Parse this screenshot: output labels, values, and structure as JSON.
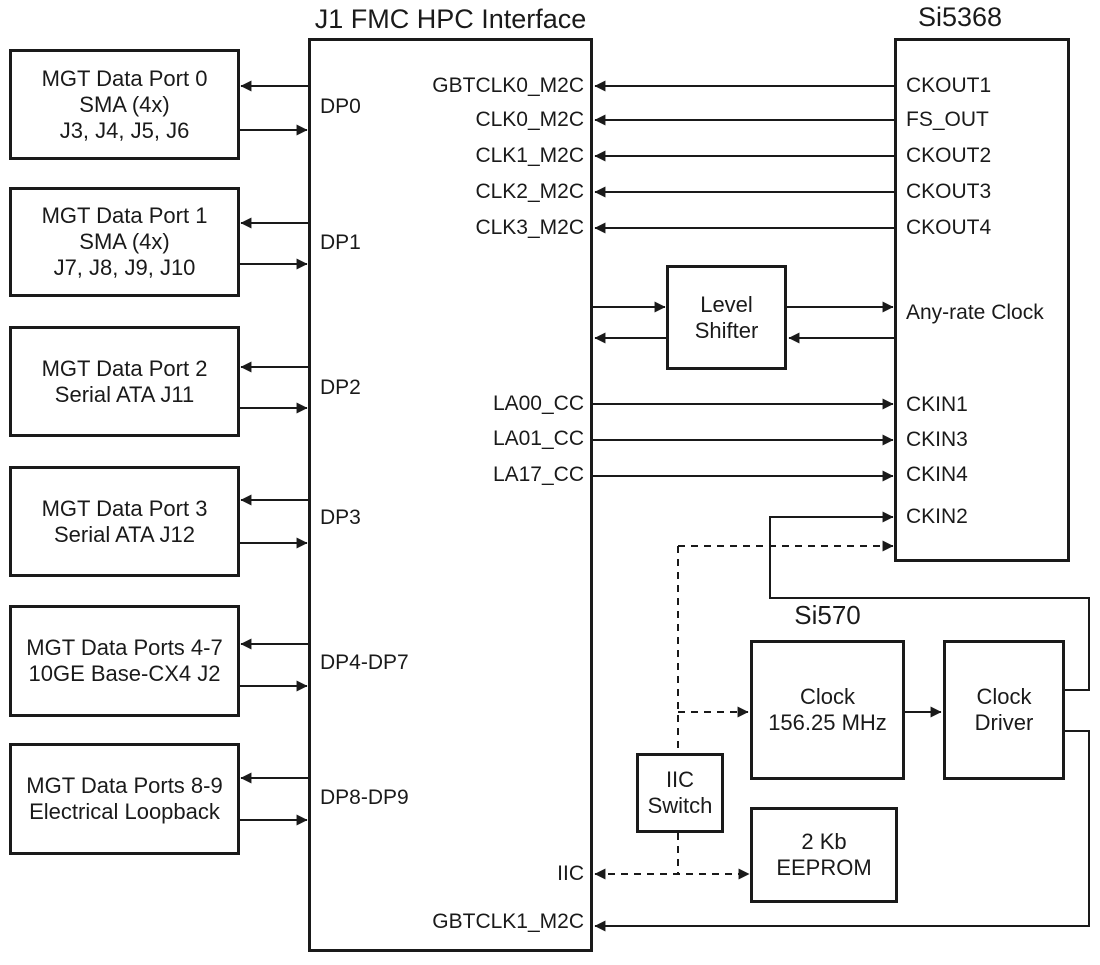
{
  "diagram": {
    "colors": {
      "background": "#ffffff",
      "line": "#1a1a1a",
      "text": "#1a1a1a"
    },
    "fmc": {
      "title": "J1 FMC HPC Interface",
      "left_pins": [
        "DP0",
        "DP1",
        "DP2",
        "DP3",
        "DP4-DP7",
        "DP8-DP9"
      ],
      "right_pins": [
        "GBTCLK0_M2C",
        "CLK0_M2C",
        "CLK1_M2C",
        "CLK2_M2C",
        "CLK3_M2C",
        "LA00_CC",
        "LA01_CC",
        "LA17_CC",
        "IIC",
        "GBTCLK1_M2C"
      ]
    },
    "si5368": {
      "title": "Si5368",
      "pins": [
        "CKOUT1",
        "FS_OUT",
        "CKOUT2",
        "CKOUT3",
        "CKOUT4",
        "Any-rate Clock",
        "CKIN1",
        "CKIN3",
        "CKIN4",
        "CKIN2"
      ]
    },
    "si570": {
      "title": "Si570"
    },
    "left_boxes": [
      {
        "lines": [
          "MGT Data Port 0",
          "SMA (4x)",
          "J3, J4, J5, J6"
        ]
      },
      {
        "lines": [
          "MGT Data Port 1",
          "SMA (4x)",
          "J7, J8, J9, J10"
        ]
      },
      {
        "lines": [
          "MGT Data Port 2",
          "Serial ATA J11"
        ]
      },
      {
        "lines": [
          "MGT Data Port 3",
          "Serial ATA J12"
        ]
      },
      {
        "lines": [
          "MGT Data Ports 4-7",
          "10GE Base-CX4 J2"
        ]
      },
      {
        "lines": [
          "MGT Data Ports 8-9",
          "Electrical Loopback"
        ]
      }
    ],
    "blocks": {
      "level_shifter": {
        "lines": [
          "Level",
          "Shifter"
        ]
      },
      "si570_clock": {
        "lines": [
          "Clock",
          "156.25 MHz"
        ]
      },
      "clock_driver": {
        "lines": [
          "Clock",
          "Driver"
        ]
      },
      "iic_switch": {
        "lines": [
          "IIC",
          "Switch"
        ]
      },
      "eeprom": {
        "lines": [
          "2 Kb",
          "EEPROM"
        ]
      }
    }
  }
}
